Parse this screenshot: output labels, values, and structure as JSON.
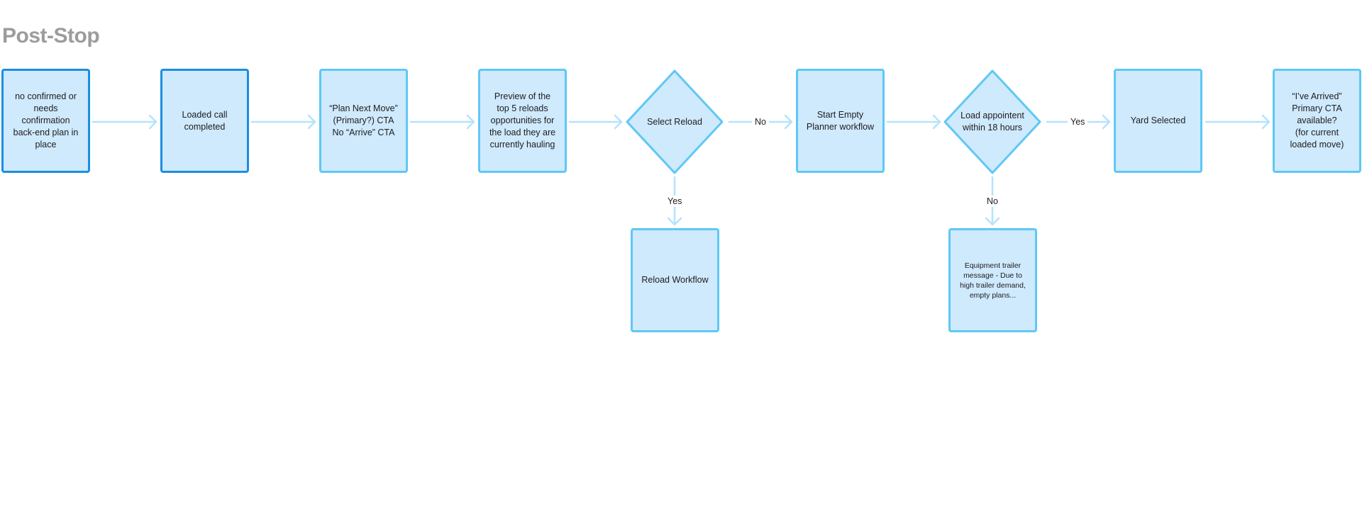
{
  "page_title": "Post-Stop",
  "colors": {
    "fill": "#cfe9fd",
    "border": "#5ec8f5",
    "border_dark": "#1b8ee0",
    "connector": "#b5e3fb"
  },
  "nodes": {
    "plan_state": "no confirmed or needs confirmation back-end plan in place",
    "loaded_call": "Loaded call completed",
    "plan_next_move": "“Plan Next Move” (Primary?) CTA\nNo “Arrive” CTA",
    "preview_reloads": "Preview of the top 5 reloads opportunities for the load they are currently hauling",
    "select_reload": "Select Reload",
    "start_empty": "Start Empty Planner workflow",
    "load_appointment": "Load appointent within 18 hours",
    "yard_selected": "Yard Selected",
    "arrived_cta": "“I’ve Arrived” Primary CTA available?\n(for current loaded move)",
    "reload_workflow": "Reload Workflow",
    "equipment_message": "Equipment trailer message - Due to high trailer demand, empty plans..."
  },
  "edge_labels": {
    "select_reload_no": "No",
    "select_reload_yes": "Yes",
    "load_appointment_yes": "Yes",
    "load_appointment_no": "No"
  }
}
